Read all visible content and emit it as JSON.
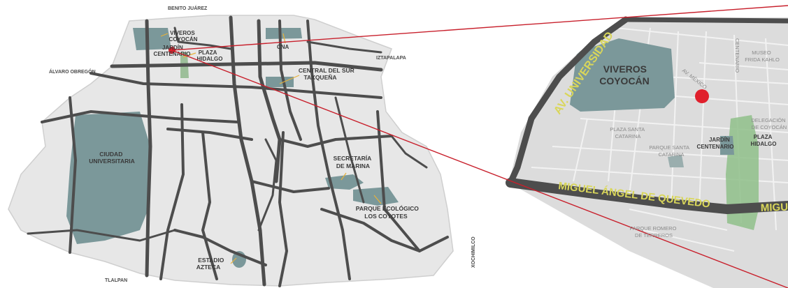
{
  "overview_map": {
    "borders": {
      "north": "BENITO JUÁREZ",
      "west": "ÁLVARO OBREGÓN",
      "east": "IZTAPALAPA",
      "south": "TLALPAN",
      "southeast": "XOCHIMILCO"
    },
    "places": {
      "viveros_l1": "VIVEROS",
      "viveros_l2": "COYOCÁN",
      "jardin_l1": "JARDÍN",
      "jardin_l2": "CENTENARIO",
      "plaza_l1": "PLAZA",
      "plaza_l2": "HIDALGO",
      "cna": "CNA",
      "central_l1": "CENTRAL DEL SUR",
      "central_l2": "TAXQUEÑA",
      "cu_l1": "CIUDAD",
      "cu_l2": "UNIVERSITARIA",
      "marina_l1": "SECRETARÍA",
      "marina_l2": "DE MARINA",
      "parque_l1": "PARQUE ECOLÓGICO",
      "parque_l2": "LOS COYOTES",
      "estadio_l1": "ESTADIO",
      "estadio_l2": "AZTECA"
    }
  },
  "detail_map": {
    "streets": {
      "av_universidad": "AV. UNIVERSIDAD",
      "miguel_angel": "MIGUEL ÁNGEL DE QUEVEDO",
      "migu": "MIGU",
      "centenario": "CENTENARIO",
      "av_mexico": "AV. MÉXICO"
    },
    "places": {
      "viveros_l1": "VIVEROS",
      "viveros_l2": "COYOCÁN",
      "museo_l1": "MUSEO",
      "museo_l2": "FRIDA KAHLO",
      "delegacion_l1": "DELEGACIÓN",
      "delegacion_l2": "DE COYOCÁN",
      "plaza_l1": "PLAZA",
      "plaza_l2": "HIDALGO",
      "jardin_l1": "JARDÍN",
      "jardin_l2": "CENTENARIO",
      "plaza_santa_l1": "PLAZA SANTA",
      "plaza_santa_l2": "CATARINA",
      "parque_santa_l1": "PARQUE SANTA",
      "parque_santa_l2": "CATARINA",
      "romero_l1": "PARQUE ROMERO",
      "romero_l2": "DE TERREROS"
    }
  },
  "colors": {
    "land": "#e7e7e7",
    "road": "#4d4d4d",
    "park": "#7b989a",
    "marker": "#d9202c",
    "zoom_lines": "#c8202c",
    "street_yellow": "#d9d65a",
    "leader": "#e8b23a"
  }
}
